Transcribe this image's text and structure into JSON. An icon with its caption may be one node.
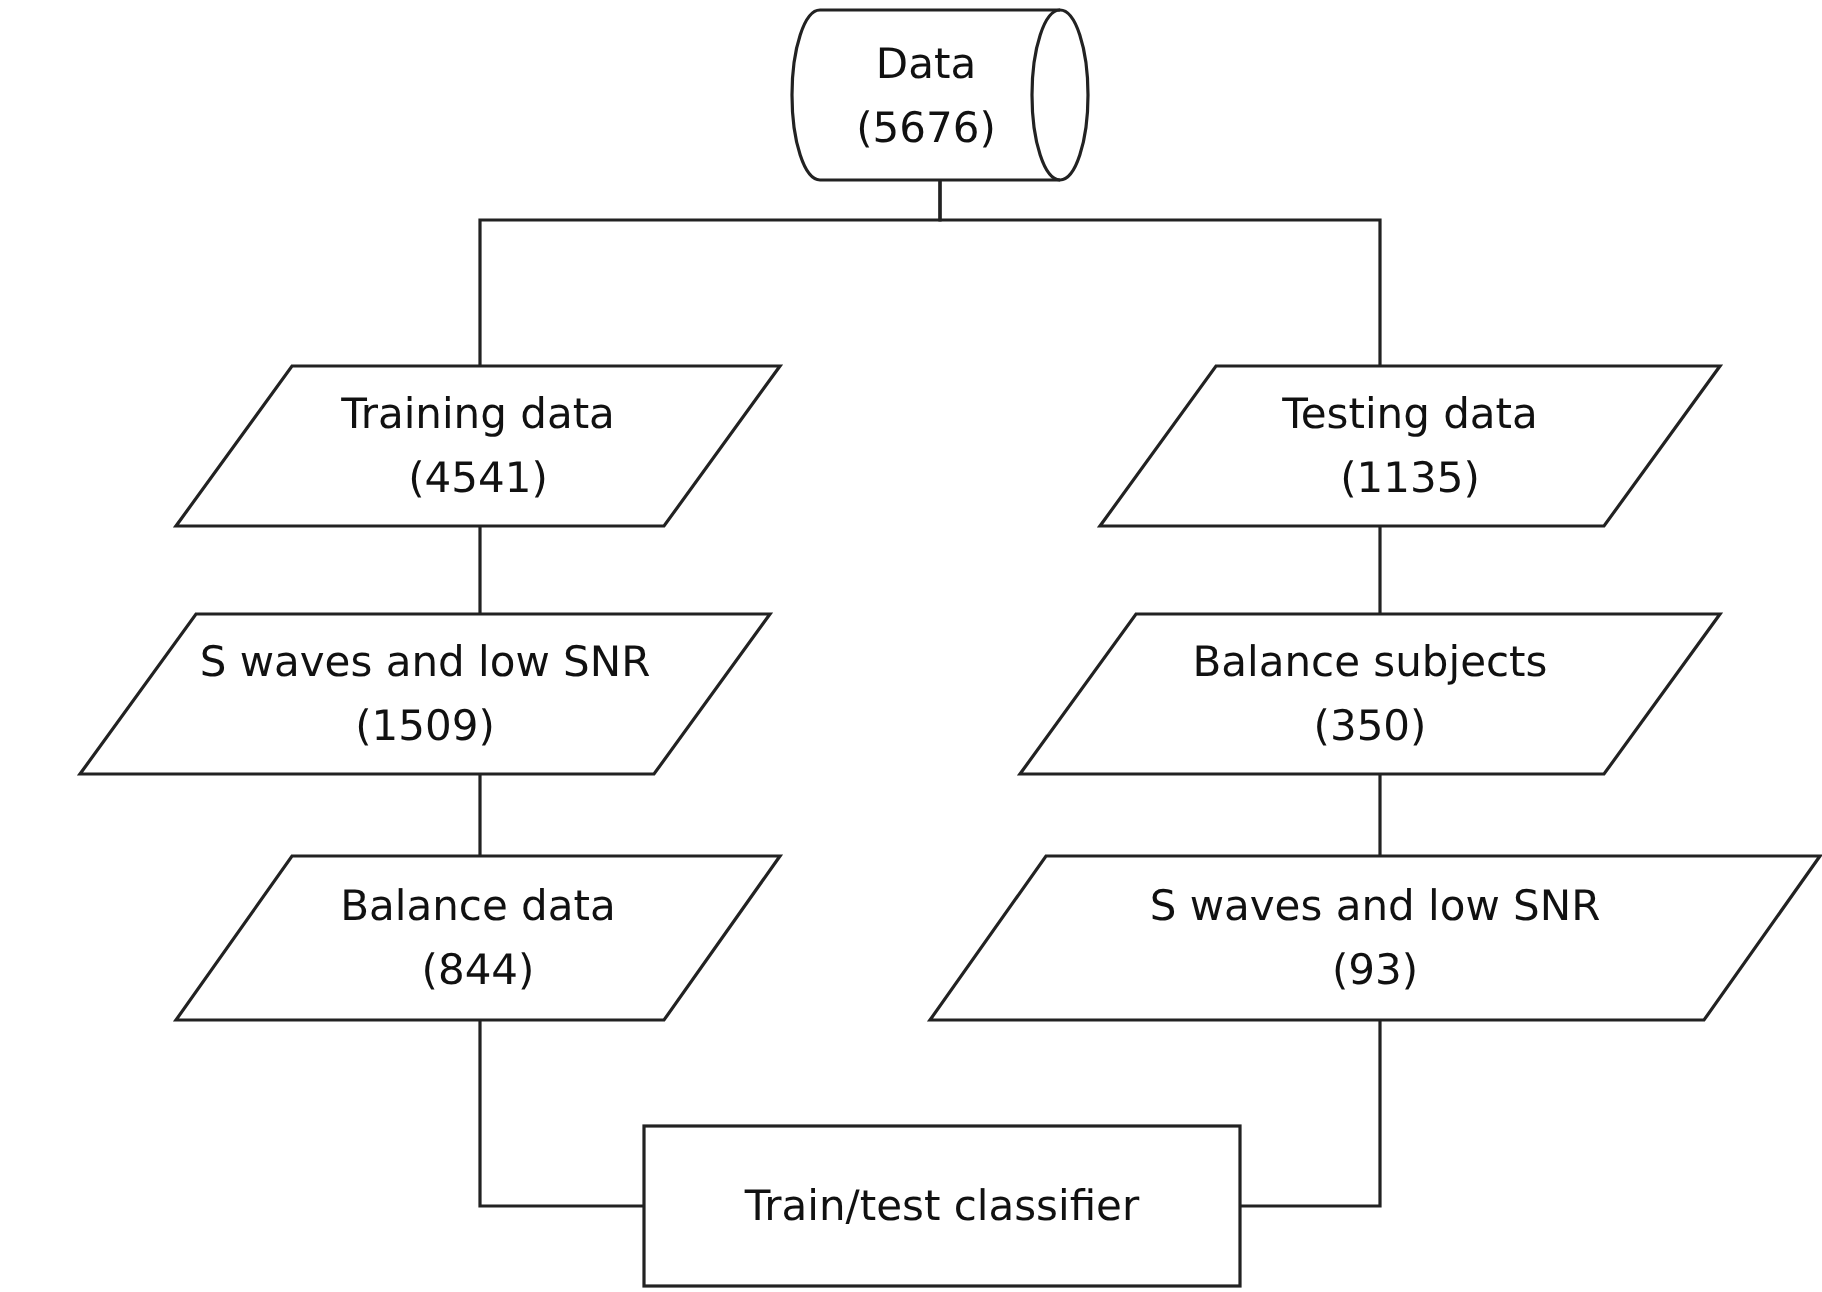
{
  "diagram": {
    "nodes": [
      {
        "text": [
          "Data (5676)"
        ]
      },
      {
        "text": [
          "Training data (4541)"
        ]
      },
      {
        "text": [
          "S waves and low SNR (1509)"
        ]
      },
      {
        "text": [
          "Balance data (844)"
        ]
      },
      {
        "text": [
          "Testing data (1135)"
        ]
      },
      {
        "text": [
          "Balance subjects (350)"
        ]
      },
      {
        "text": [
          "S waves and low SNR (93)"
        ]
      },
      {
        "text": [
          "Train/test classifier"
        ]
      }
    ],
    "edges": [
      {
        "from": 0,
        "to": 1,
        "arrow": "none"
      },
      {
        "from": 0,
        "to": 4,
        "arrow": "none"
      },
      {
        "from": 1,
        "to": 2,
        "arrow": "none"
      },
      {
        "from": 2,
        "to": 3,
        "arrow": "none"
      },
      {
        "from": 3,
        "to": 7,
        "arrow": "none"
      },
      {
        "from": 4,
        "to": 5,
        "arrow": "none"
      },
      {
        "from": 5,
        "to": 6,
        "arrow": "none"
      },
      {
        "from": 6,
        "to": 7,
        "arrow": "none"
      }
    ]
  }
}
